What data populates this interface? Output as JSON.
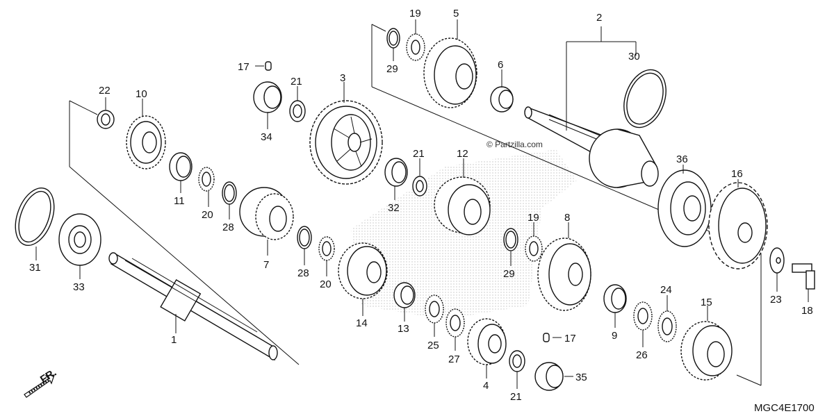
{
  "diagram": {
    "code": "MGC4E1700",
    "watermark": "© Partzilla.com",
    "direction": "FR."
  },
  "labels": {
    "p1": "1",
    "p2": "2",
    "p3": "3",
    "p4": "4",
    "p5": "5",
    "p6": "6",
    "p7": "7",
    "p8": "8",
    "p9": "9",
    "p10": "10",
    "p11": "11",
    "p12": "12",
    "p13": "13",
    "p14": "14",
    "p15": "15",
    "p16": "16",
    "p17a": "17",
    "p17b": "17",
    "p18": "18",
    "p19a": "19",
    "p19b": "19",
    "p20a": "20",
    "p20b": "20",
    "p21a": "21",
    "p21b": "21",
    "p21c": "21",
    "p22": "22",
    "p23": "23",
    "p24": "24",
    "p25": "25",
    "p26": "26",
    "p27": "27",
    "p28a": "28",
    "p28b": "28",
    "p29a": "29",
    "p29b": "29",
    "p30": "30",
    "p31": "31",
    "p32": "32",
    "p33": "33",
    "p34": "34",
    "p35": "35",
    "p36": "36"
  }
}
